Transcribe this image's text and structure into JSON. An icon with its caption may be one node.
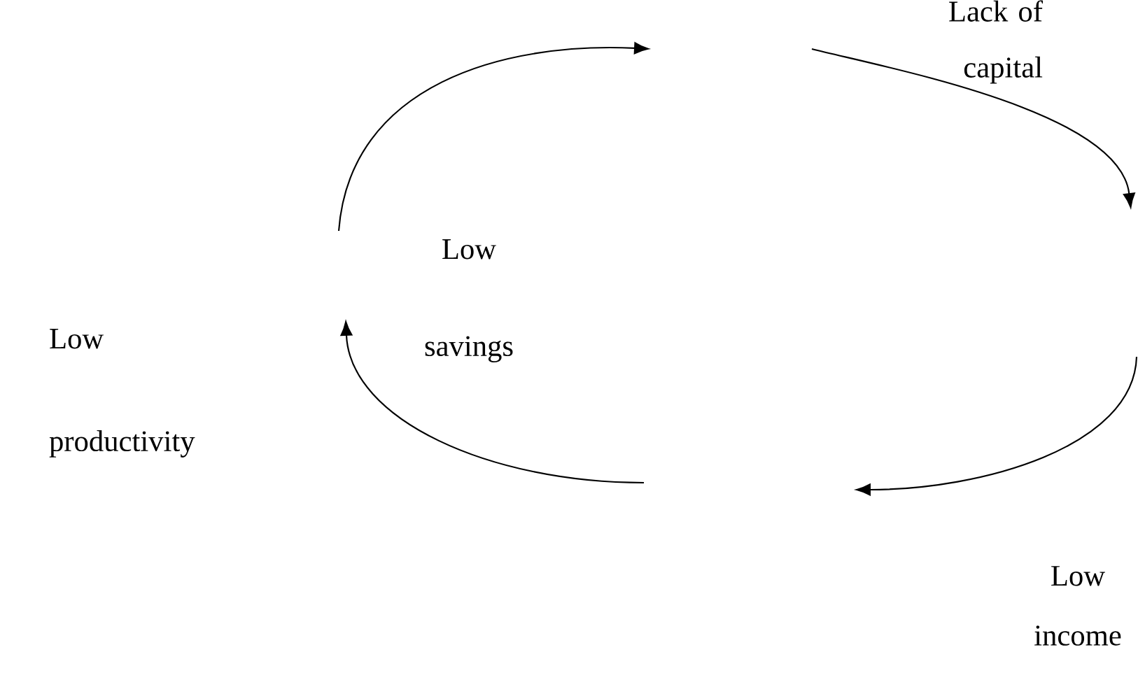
{
  "diagram": {
    "labels": [
      "Lack of capital",
      "Low savings",
      "Low productivity",
      "Low income"
    ]
  }
}
